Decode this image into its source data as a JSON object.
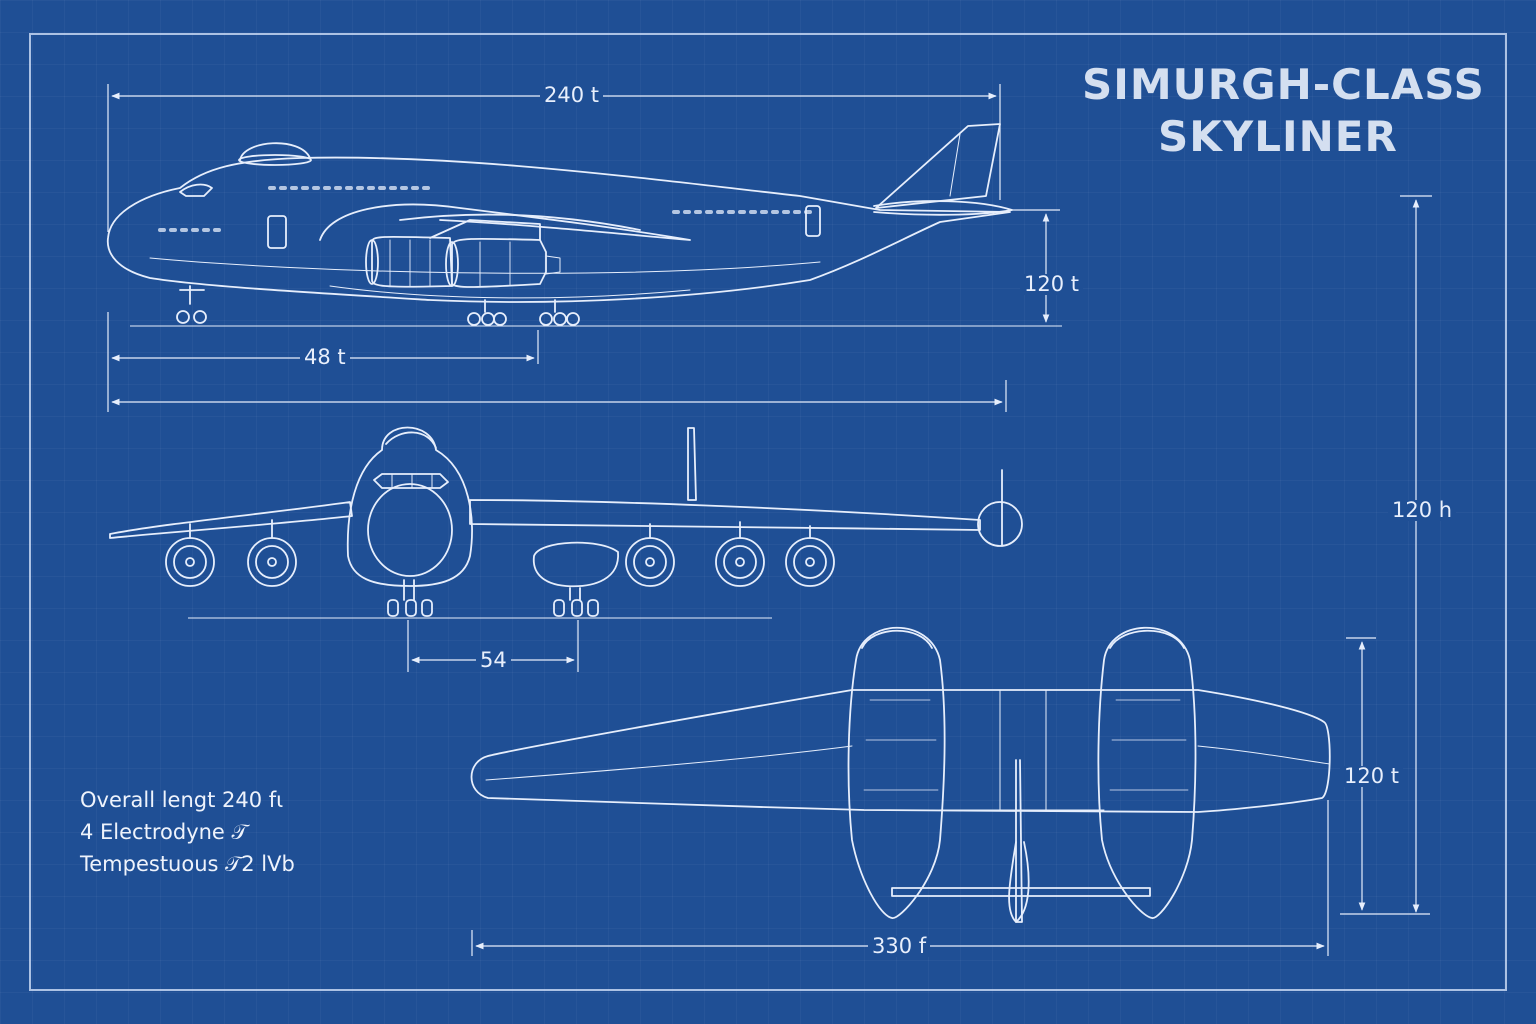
{
  "title": {
    "line1": "SIMURGH-CLASS",
    "line2": "SKYLINER"
  },
  "dimensions": {
    "side_length_top": "240 t",
    "side_height": "120 t",
    "side_gear_offset": "48 t",
    "front_gear_track": "54",
    "overall_height": "120 h",
    "top_height": "120 t",
    "top_span": "330 f"
  },
  "specs": [
    "Overall lengt 240 fɩ",
    "4 Electrodyne 𝒯",
    "Tempestuous 𝒯2 lVb"
  ],
  "colors": {
    "background": "#1f4f95",
    "line": "#e6eefc",
    "title": "#d4dff0"
  }
}
